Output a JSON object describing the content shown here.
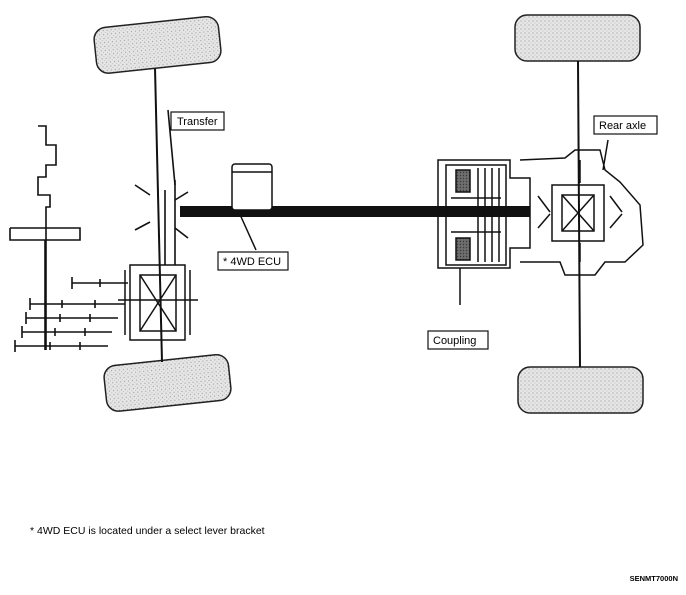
{
  "labels": {
    "transfer": "Transfer",
    "ecu": "* 4WD ECU",
    "rear_axle": "Rear axle",
    "coupling": "Coupling"
  },
  "footnote": "* 4WD ECU is located under a select lever bracket",
  "figure_code": "SENMT7000N"
}
